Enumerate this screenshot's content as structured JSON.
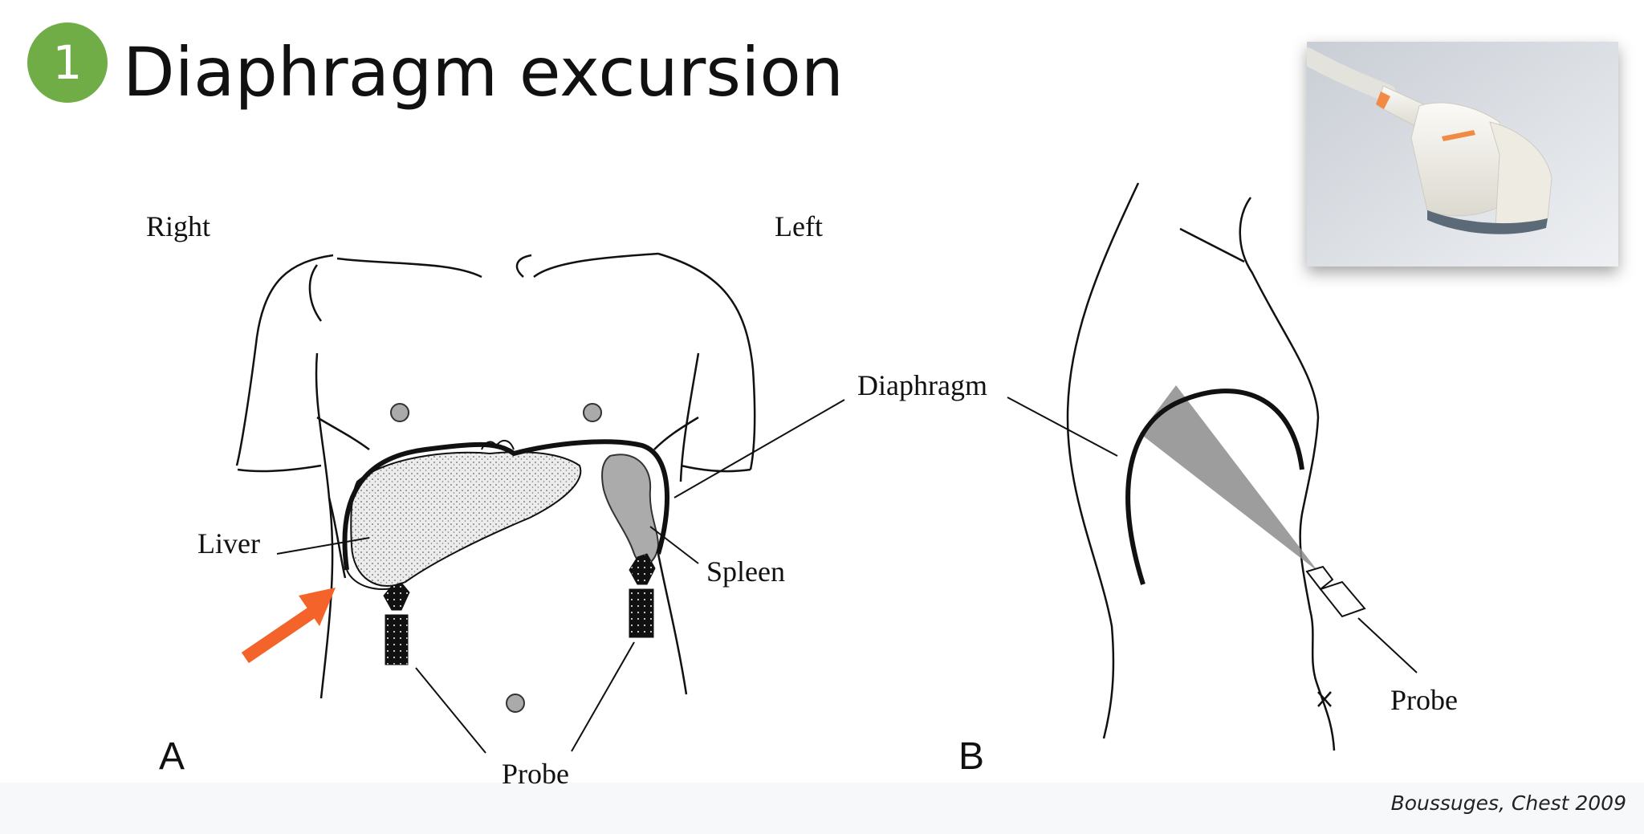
{
  "slide": {
    "badge_number": "1",
    "title": "Diaphragm excursion",
    "citation": "Boussuges, Chest 2009"
  },
  "figure": {
    "panel_a": {
      "letter": "A",
      "label_right": "Right",
      "label_left": "Left",
      "label_liver": "Liver",
      "label_spleen": "Spleen",
      "label_probe": "Probe"
    },
    "panel_b": {
      "letter": "B",
      "label_probe": "Probe"
    },
    "label_diaphragm": "Diaphragm"
  },
  "colors": {
    "badge": "#70ad47",
    "arrow": "#f4632a",
    "organ_fill": "#ababab",
    "beam": "#8c8c8c"
  },
  "icons": {
    "arrow": "orange-arrow-icon",
    "photo": "ultrasound-probe-photo"
  }
}
